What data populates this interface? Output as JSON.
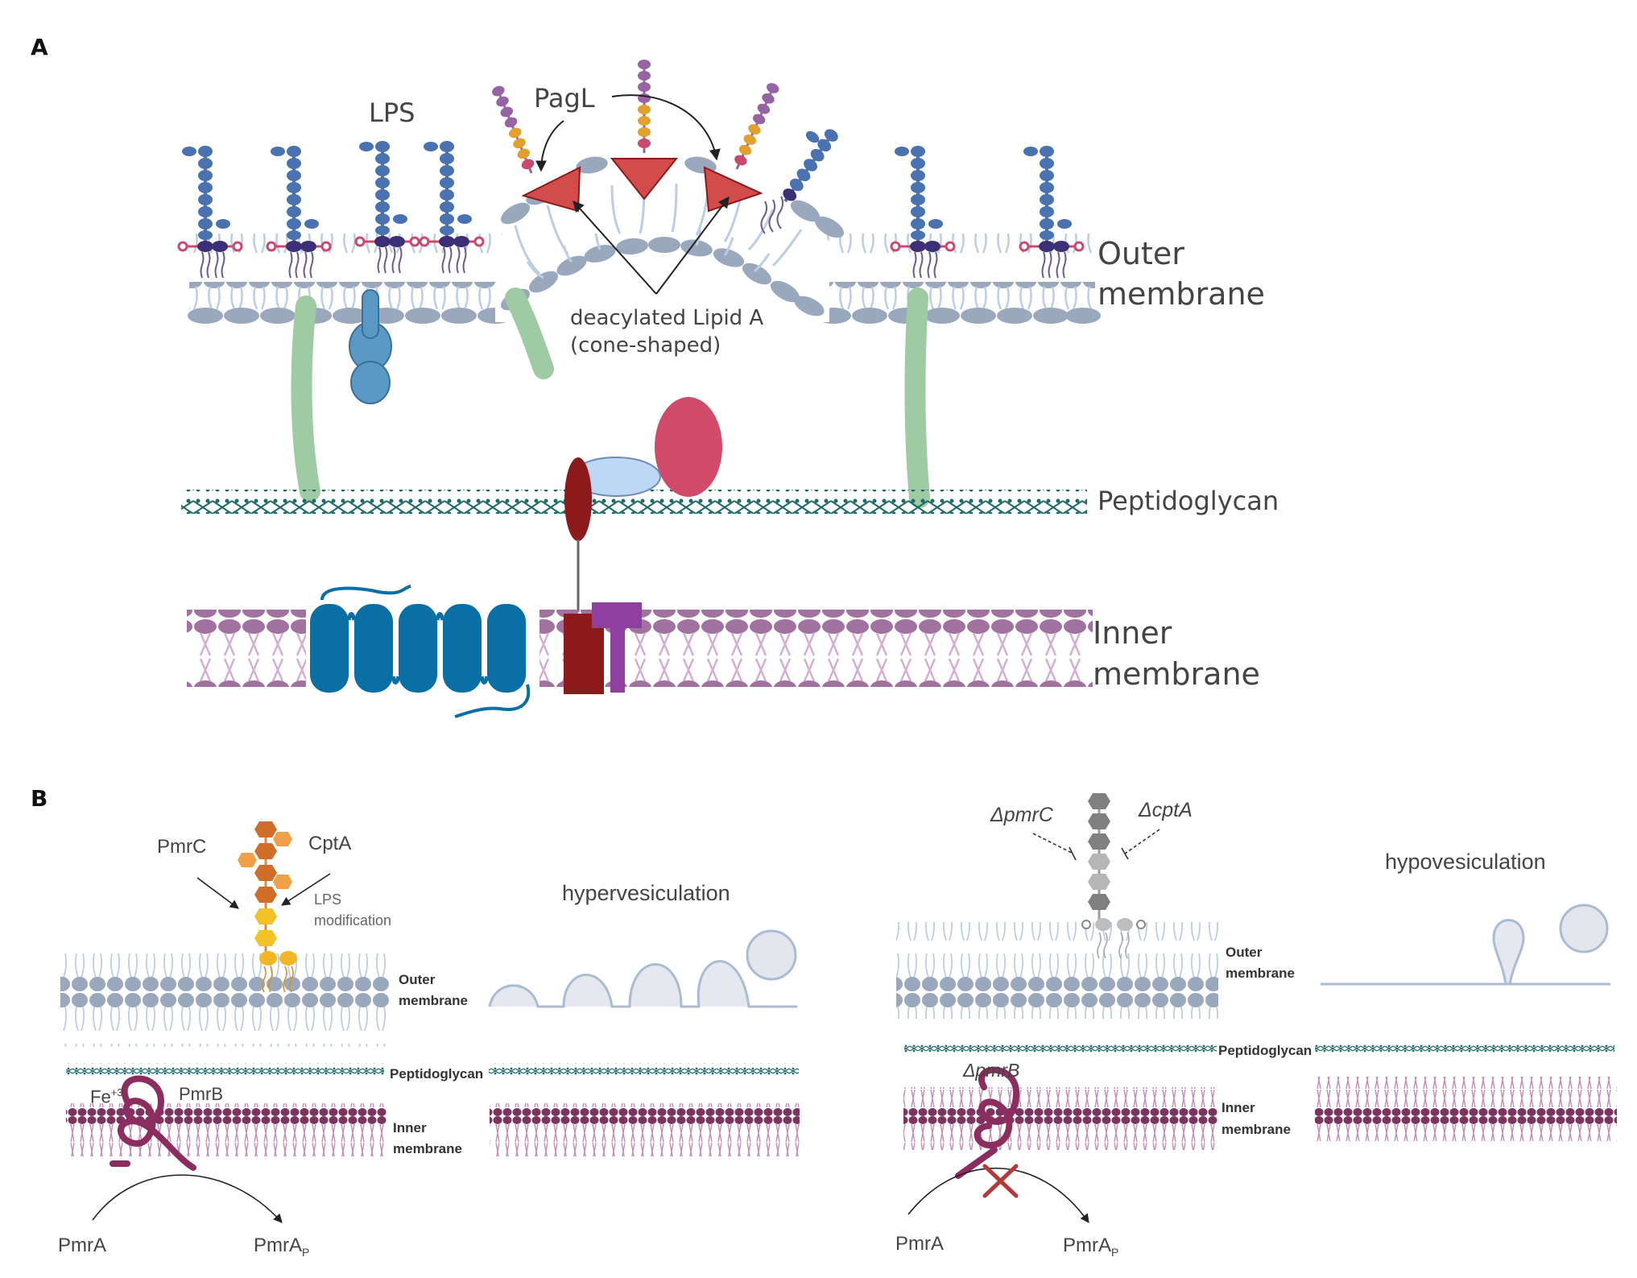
{
  "panel_a": {
    "letter": "A",
    "lps": "LPS",
    "pagl": "PagL",
    "deacylated_line1": "deacylated Lipid A",
    "deacylated_line2": "(cone-shaped)",
    "outer_line1": "Outer",
    "outer_line2": "membrane",
    "peptidoglycan": "Peptidoglycan",
    "inner_line1": "Inner",
    "inner_line2": "membrane"
  },
  "panel_b": {
    "letter": "B",
    "left": {
      "pmrc": "PmrC",
      "cpta": "CptA",
      "lps_mod_line1": "LPS",
      "lps_mod_line2": "modification",
      "hypervesiculation": "hypervesiculation",
      "outer_line1": "Outer",
      "outer_line2": "membrane",
      "peptidoglycan": "Peptidoglycan",
      "fe": "Fe",
      "fe_sup": "+3",
      "pmrb": "PmrB",
      "inner_line1": "Inner",
      "inner_line2": "membrane",
      "pmra": "PmrA",
      "pmrap": "PmrA",
      "pmrap_sub": "P"
    },
    "right": {
      "dpmrc": "ΔpmrC",
      "dcpta": "ΔcptA",
      "hypovesiculation": "hypovesiculation",
      "outer_line1": "Outer",
      "outer_line2": "membrane",
      "peptidoglycan": "Peptidoglycan",
      "dpmrb": "ΔpmrB",
      "inner_line1": "Inner",
      "inner_line2": "membrane",
      "pmra": "PmrA",
      "pmrap": "PmrA",
      "pmrap_sub": "P"
    }
  },
  "colors": {
    "lps_blue": "#4a72b0",
    "lipid_head": "#9aa8bd",
    "lipid_tail": "#bccde6",
    "inner_head": "#a1729f",
    "inner_tail": "#d4afd1",
    "peptidoglycan": "#1d6a68",
    "porin_green": "#9ecba3",
    "lipoprotein_blue": "#5a98c6",
    "pagl_red": "#d24c4c",
    "signal_red": "#8c1a1a",
    "pmrb_purple": "#8b2d5e",
    "b_inner_head": "#7c335f",
    "b_inner_tail": "#c48ab6",
    "modification_orange": "#e08a3c"
  }
}
